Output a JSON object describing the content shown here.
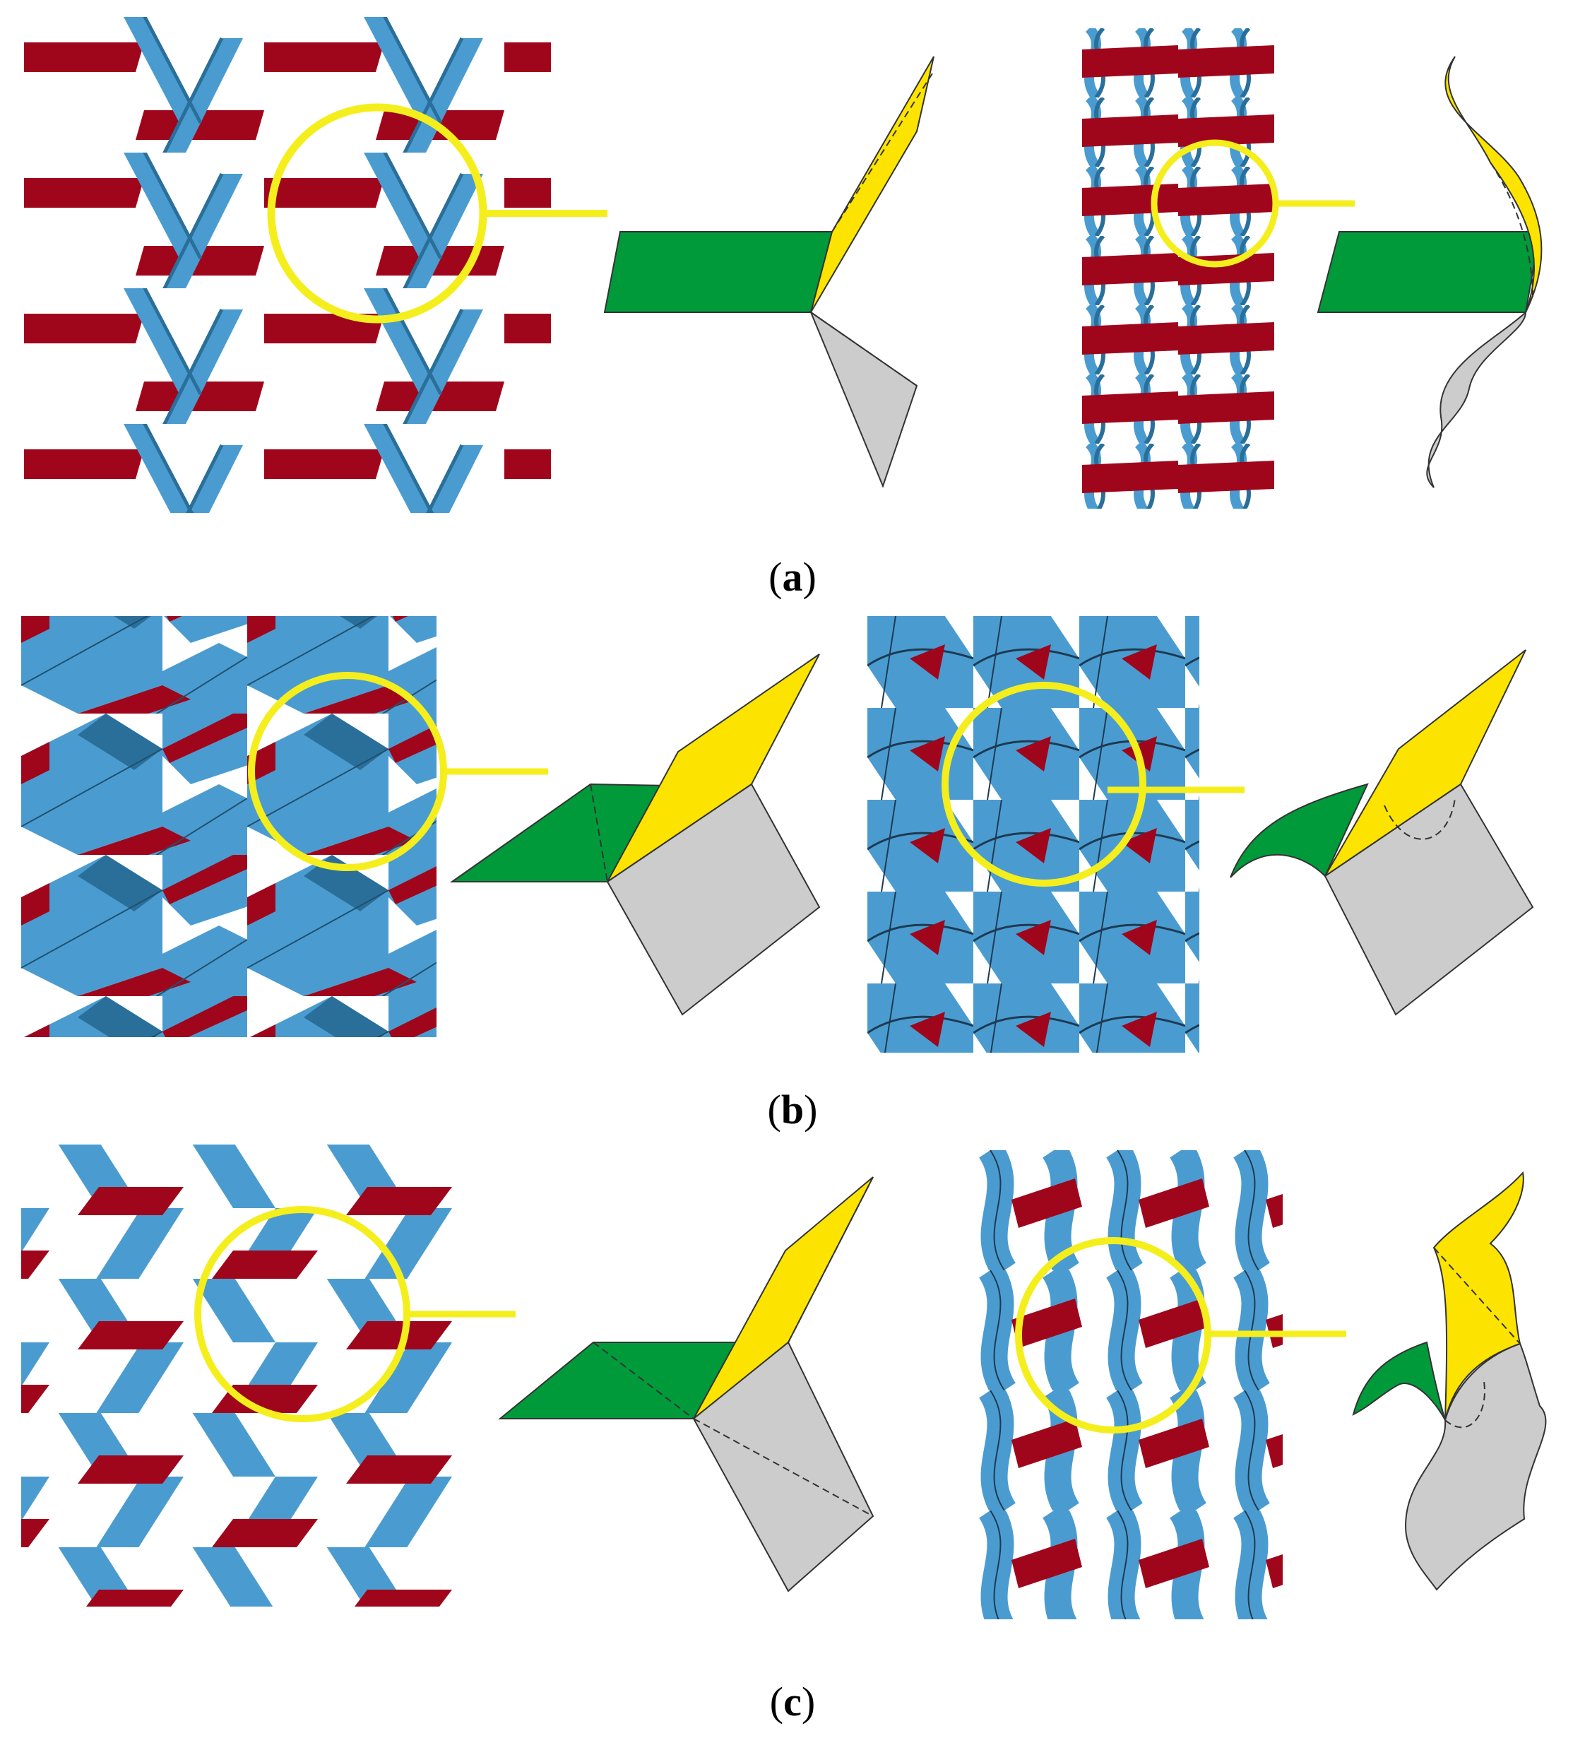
{
  "figure": {
    "colors": {
      "red": "#a0061b",
      "blue": "#4a9cd0",
      "blue_dark": "#2a6f9a",
      "yellow": "#fde400",
      "green": "#009a3a",
      "gray": "#cccccc",
      "highlight": "#f5ee1d"
    },
    "panels": [
      {
        "id": "a",
        "caption_open": "(",
        "caption_letter": "a",
        "caption_close": ")"
      },
      {
        "id": "b",
        "caption_open": "(",
        "caption_letter": "b",
        "caption_close": ")"
      },
      {
        "id": "c",
        "caption_open": "(",
        "caption_letter": "c",
        "caption_close": ")"
      }
    ]
  }
}
